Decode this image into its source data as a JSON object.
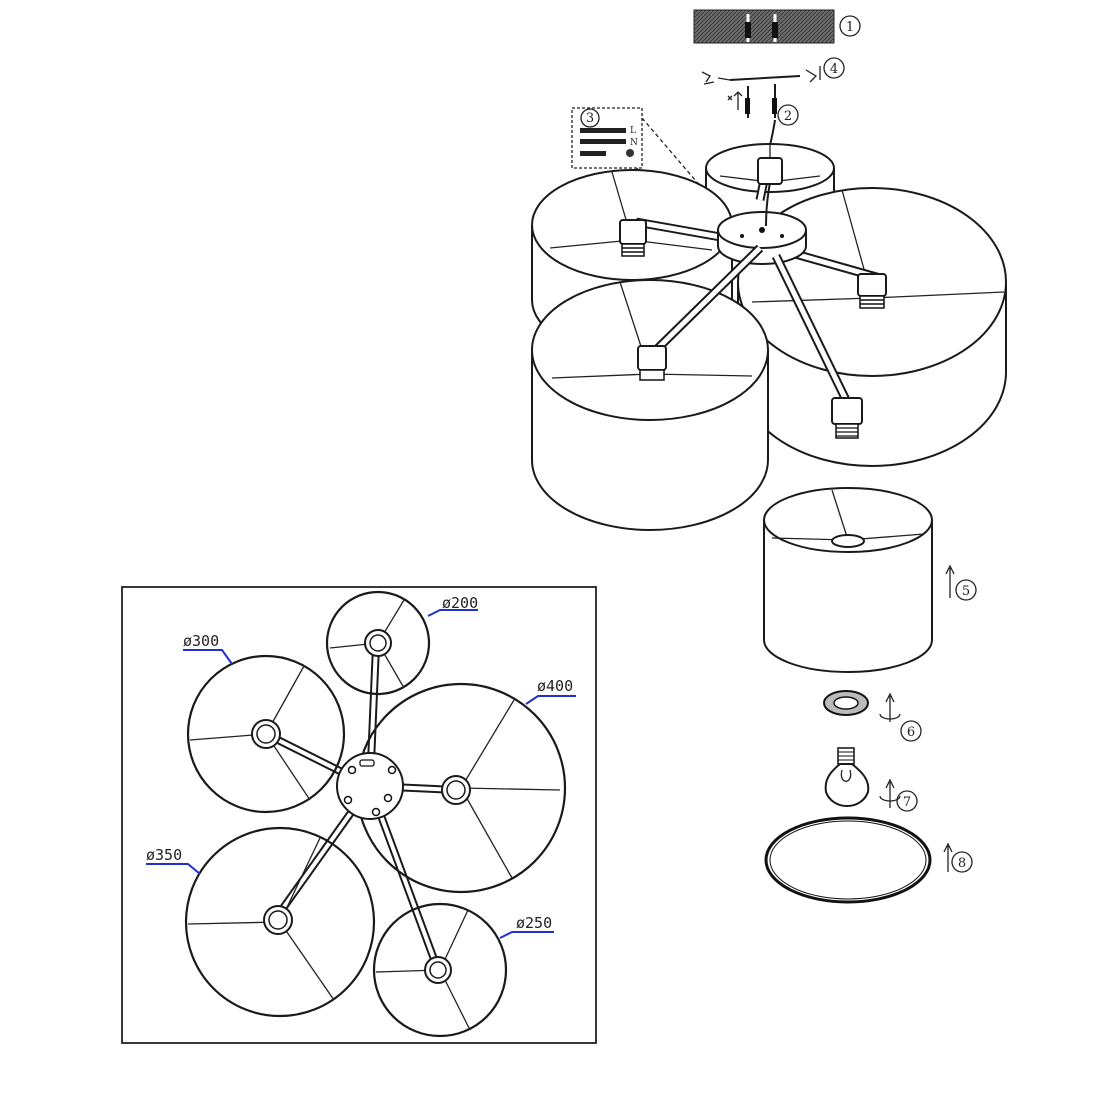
{
  "title": "",
  "steps": [
    "1",
    "2",
    "3",
    "4",
    "5",
    "6",
    "7",
    "8"
  ],
  "wiring_labels": [
    "L",
    "N"
  ],
  "dimensions": {
    "d200": "ø200",
    "d300": "ø300",
    "d400": "ø400",
    "d350": "ø350",
    "d250": "ø250"
  },
  "colors": {
    "line": "#1a1a1a",
    "dimension_underline": "#1f2fd0",
    "ceiling_hatch": "#6a6a6a"
  }
}
